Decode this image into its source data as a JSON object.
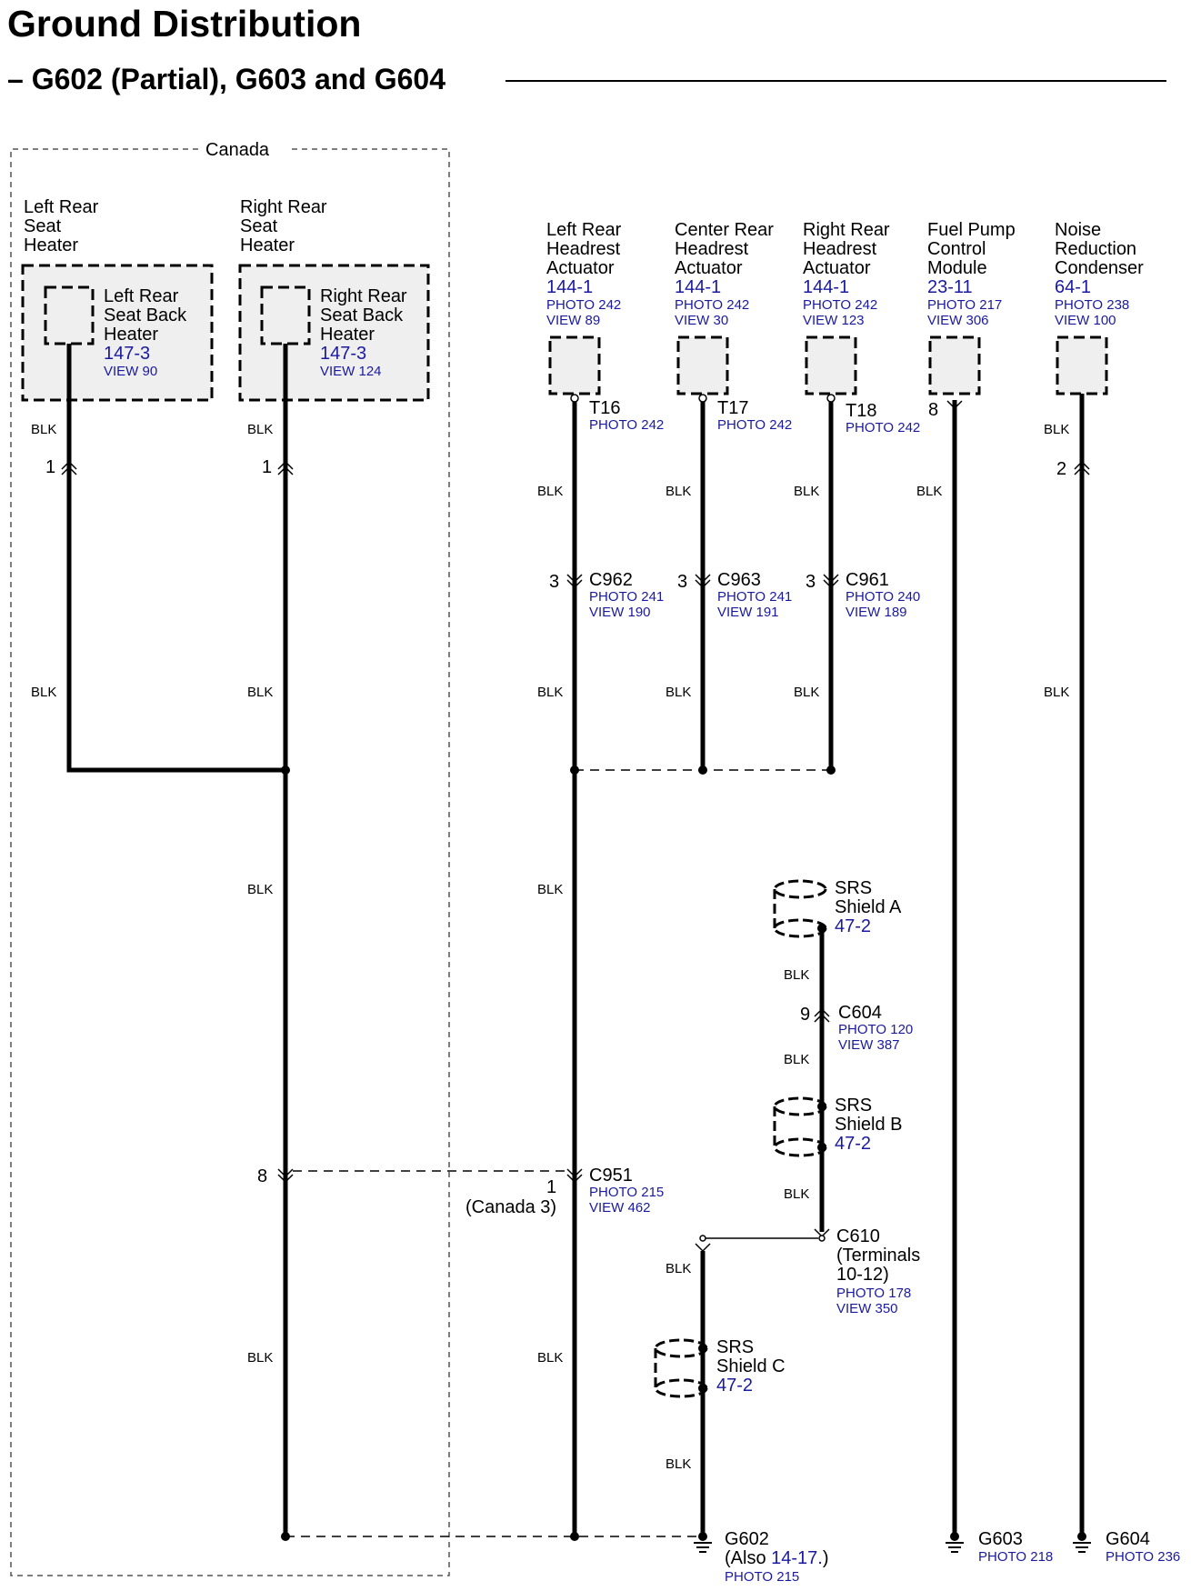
{
  "title": "Ground Distribution",
  "subtitle": "– G602 (Partial), G603 and G604",
  "canada_label": "Canada",
  "wire_color": "BLK",
  "seat_heaters": [
    {
      "group_label": [
        "Left Rear",
        "Seat",
        "Heater"
      ],
      "component_label": [
        "Left Rear",
        "Seat Back",
        "Heater"
      ],
      "ref": "147-3",
      "view": "VIEW 90",
      "pin": "1"
    },
    {
      "group_label": [
        "Right Rear",
        "Seat",
        "Heater"
      ],
      "component_label": [
        "Right Rear",
        "Seat Back",
        "Heater"
      ],
      "ref": "147-3",
      "view": "VIEW 124",
      "pin": "1",
      "c951_pin": "8"
    }
  ],
  "components": [
    {
      "label": [
        "Left Rear",
        "Headrest",
        "Actuator"
      ],
      "ref": "144-1",
      "photo": "PHOTO 242",
      "view": "VIEW 89",
      "terminal": "T16",
      "terminal_photo": "PHOTO 242",
      "connector": "C962",
      "connector_pin": "3",
      "connector_photo": "PHOTO 241",
      "connector_view": "VIEW 190"
    },
    {
      "label": [
        "Center Rear",
        "Headrest",
        "Actuator"
      ],
      "ref": "144-1",
      "photo": "PHOTO 242",
      "view": "VIEW 30",
      "terminal": "T17",
      "terminal_photo": "PHOTO 242",
      "connector": "C963",
      "connector_pin": "3",
      "connector_photo": "PHOTO 241",
      "connector_view": "VIEW 191"
    },
    {
      "label": [
        "Right Rear",
        "Headrest",
        "Actuator"
      ],
      "ref": "144-1",
      "photo": "PHOTO 242",
      "view": "VIEW 123",
      "terminal": "T18",
      "terminal_photo": "PHOTO 242",
      "connector": "C961",
      "connector_pin": "3",
      "connector_photo": "PHOTO 240",
      "connector_view": "VIEW 189"
    },
    {
      "label": [
        "Fuel Pump",
        "Control",
        "Module"
      ],
      "ref": "23-11",
      "photo": "PHOTO 217",
      "view": "VIEW 306",
      "pin": "8"
    },
    {
      "label": [
        "Noise",
        "Reduction",
        "Condenser"
      ],
      "ref": "64-1",
      "photo": "PHOTO 238",
      "view": "VIEW 100",
      "pin": "2"
    }
  ],
  "c951": {
    "name": "C951",
    "pin": "1",
    "pin_note": "(Canada 3)",
    "photo": "PHOTO 215",
    "view": "VIEW 462"
  },
  "shields": [
    {
      "name": [
        "SRS",
        "Shield A"
      ],
      "ref": "47-2"
    },
    {
      "name": [
        "SRS",
        "Shield B"
      ],
      "ref": "47-2"
    },
    {
      "name": [
        "SRS",
        "Shield C"
      ],
      "ref": "47-2"
    }
  ],
  "c604": {
    "name": "C604",
    "pin": "9",
    "photo": "PHOTO 120",
    "view": "VIEW 387"
  },
  "c610": {
    "name": "C610",
    "note": [
      "(Terminals",
      "10-12)"
    ],
    "photo": "PHOTO 178",
    "view": "VIEW 350"
  },
  "grounds": [
    {
      "name": "G602",
      "note_prefix": "(Also ",
      "note_ref": "14-17.",
      "note_suffix": ")",
      "photo": "PHOTO 215"
    },
    {
      "name": "G603",
      "photo": "PHOTO 218"
    },
    {
      "name": "G604",
      "photo": "PHOTO 236"
    }
  ]
}
